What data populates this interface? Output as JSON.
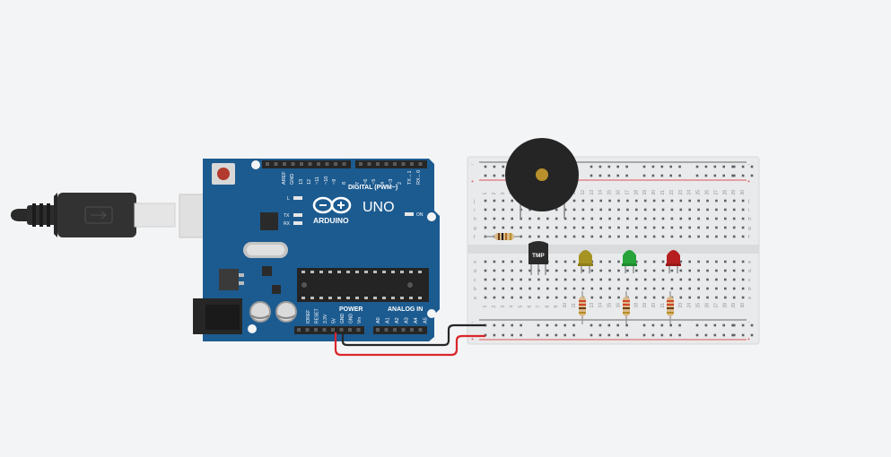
{
  "arduino": {
    "brand": "ARDUINO",
    "model": "UNO",
    "digital_label": "DIGITAL (PWM~)",
    "power_label": "POWER",
    "analog_label": "ANALOG IN",
    "on_label": "ON",
    "l_label": "L",
    "tx_label": "TX",
    "rx_label": "RX",
    "top_pins": [
      "AREF",
      "GND",
      "13",
      "12",
      "~11",
      "~10",
      "~9",
      "8",
      "7",
      "~6",
      "~5",
      "4",
      "~3",
      "2",
      "TX→1",
      "RX←0"
    ],
    "power_pins": [
      "IOREF",
      "RESET",
      "3.3V",
      "5V",
      "GND",
      "GND",
      "Vin"
    ],
    "analog_pins": [
      "A0",
      "A1",
      "A2",
      "A3",
      "A4",
      "A5"
    ]
  },
  "breadboard": {
    "columns": [
      "1",
      "2",
      "3",
      "4",
      "5",
      "6",
      "7",
      "8",
      "9",
      "10",
      "11",
      "12",
      "13",
      "14",
      "15",
      "16",
      "17",
      "18",
      "19",
      "20",
      "21",
      "22",
      "23",
      "24",
      "25",
      "26",
      "27",
      "28",
      "29",
      "30"
    ],
    "rows_top": [
      "j",
      "i",
      "h",
      "g",
      "f"
    ],
    "rows_bottom": [
      "e",
      "d",
      "c",
      "b",
      "a"
    ],
    "rail_minus": "−",
    "rail_plus": "+"
  },
  "sensor": {
    "label": "TMP"
  },
  "colors": {
    "board": "#1d5d91",
    "usb": "#2b2b2b",
    "wire_red": "#d9262c",
    "wire_black": "#262626",
    "led_yellow": "#c9b21c",
    "led_green": "#27a33a",
    "led_red": "#c81e1e",
    "buzzer": "#262626"
  }
}
